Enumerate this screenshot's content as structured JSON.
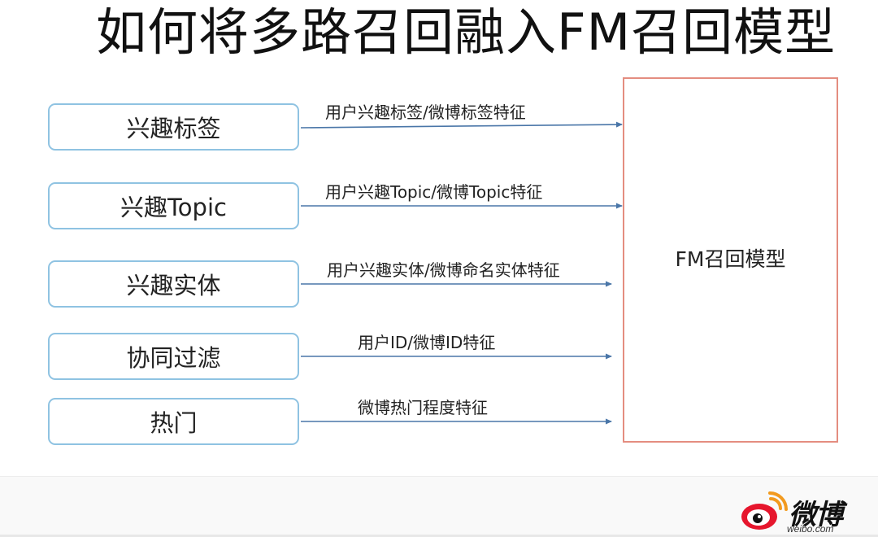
{
  "title": "如何将多路召回融入FM召回模型",
  "sources": [
    {
      "label": "兴趣标签",
      "edge_label": "用户兴趣标签/微博标签特征"
    },
    {
      "label": "兴趣Topic",
      "edge_label": "用户兴趣Topic/微博Topic特征"
    },
    {
      "label": "兴趣实体",
      "edge_label": "用户兴趣实体/微博命名实体特征"
    },
    {
      "label": "协同过滤",
      "edge_label": "用户ID/微博ID特征"
    },
    {
      "label": "热门",
      "edge_label": "微博热门程度特征"
    }
  ],
  "target": {
    "label": "FM召回模型"
  },
  "logo": {
    "text": "微博",
    "sub": "weibo.com",
    "icon": "weibo-eye-icon"
  },
  "colors": {
    "source_border": "#8fc3e2",
    "target_border": "#e48d80",
    "arrow": "#4a76a8"
  }
}
